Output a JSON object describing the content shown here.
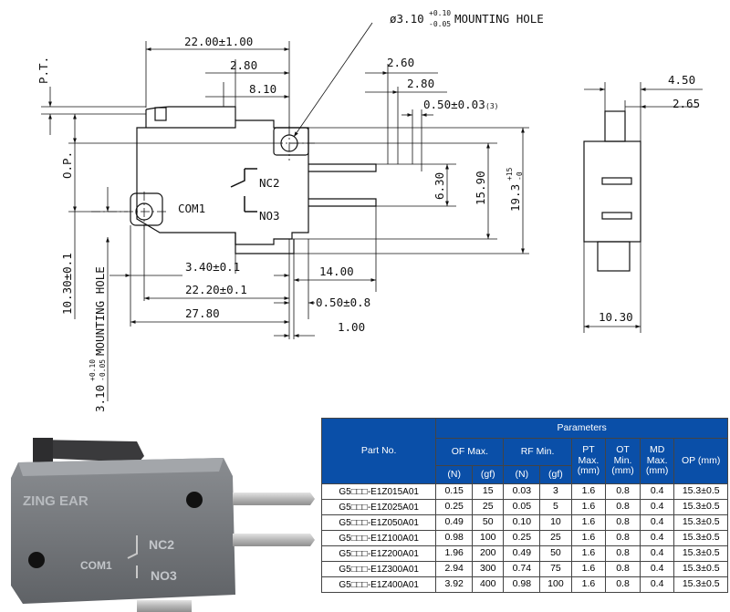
{
  "drawing": {
    "mounting_hole_top": "ø3.10",
    "mounting_hole_top_tol_upper": "+0.10",
    "mounting_hole_top_tol_lower": "-0.05",
    "mounting_hole_top_label": "MOUNTING HOLE",
    "dim_22_00": "22.00±1.00",
    "dim_2_80_top": "2.80",
    "dim_8_10": "8.10",
    "dim_2_60": "2.60",
    "dim_2_80_right": "2.80",
    "dim_0_50_003": "0.50±0.03",
    "dim_0_50_003_note": "(3)",
    "dim_6_30": "6.30",
    "dim_15_90": "15.90",
    "dim_19_3": "19.3",
    "dim_19_3_tol_upper": "+15",
    "dim_19_3_tol_lower": "-0",
    "label_pt": "P.T.",
    "label_op": "O.P.",
    "terminal_nc2": "NC2",
    "terminal_no3": "NO3",
    "terminal_com1": "COM1",
    "dim_3_40": "3.40±0.1",
    "dim_22_20": "22.20±0.1",
    "dim_27_80": "27.80",
    "dim_14_00": "14.00",
    "dim_0_50_08": "0.50±0.8",
    "dim_1_00": "1.00",
    "dim_10_30_left": "10.30±0.1",
    "mounting_hole_left": "3.10",
    "mounting_hole_left_tol_upper": "+0.10",
    "mounting_hole_left_tol_lower": "-0.05",
    "mounting_hole_left_label": "MOUNTING HOLE",
    "dim_4_50": "4.50",
    "dim_2_65": "2.65",
    "dim_10_30_side": "10.30"
  },
  "photo": {
    "brand": "ZING EAR",
    "nc2": "NC2",
    "com1": "COM1",
    "no3": "NO3"
  },
  "table": {
    "parameters_header": "Parameters",
    "part_no_header": "Part No.",
    "of_header": "OF Max.",
    "rf_header": "RF Min.",
    "pt_header": "PT Max. (mm)",
    "ot_header": "OT Min. (mm)",
    "md_header": "MD Max. (mm)",
    "op_header": "OP (mm)",
    "unit_n": "(N)",
    "unit_gf": "(gf)",
    "rows": [
      {
        "part": "G5□□□-E1Z015A01",
        "of_n": "0.15",
        "of_gf": "15",
        "rf_n": "0.03",
        "rf_gf": "3",
        "pt": "1.6",
        "ot": "0.8",
        "md": "0.4",
        "op": "15.3±0.5"
      },
      {
        "part": "G5□□□-E1Z025A01",
        "of_n": "0.25",
        "of_gf": "25",
        "rf_n": "0.05",
        "rf_gf": "5",
        "pt": "1.6",
        "ot": "0.8",
        "md": "0.4",
        "op": "15.3±0.5"
      },
      {
        "part": "G5□□□-E1Z050A01",
        "of_n": "0.49",
        "of_gf": "50",
        "rf_n": "0.10",
        "rf_gf": "10",
        "pt": "1.6",
        "ot": "0.8",
        "md": "0.4",
        "op": "15.3±0.5"
      },
      {
        "part": "G5□□□-E1Z100A01",
        "of_n": "0.98",
        "of_gf": "100",
        "rf_n": "0.25",
        "rf_gf": "25",
        "pt": "1.6",
        "ot": "0.8",
        "md": "0.4",
        "op": "15.3±0.5"
      },
      {
        "part": "G5□□□-E1Z200A01",
        "of_n": "1.96",
        "of_gf": "200",
        "rf_n": "0.49",
        "rf_gf": "50",
        "pt": "1.6",
        "ot": "0.8",
        "md": "0.4",
        "op": "15.3±0.5"
      },
      {
        "part": "G5□□□-E1Z300A01",
        "of_n": "2.94",
        "of_gf": "300",
        "rf_n": "0.74",
        "rf_gf": "75",
        "pt": "1.6",
        "ot": "0.8",
        "md": "0.4",
        "op": "15.3±0.5"
      },
      {
        "part": "G5□□□-E1Z400A01",
        "of_n": "3.92",
        "of_gf": "400",
        "rf_n": "0.98",
        "rf_gf": "100",
        "pt": "1.6",
        "ot": "0.8",
        "md": "0.4",
        "op": "15.3±0.5"
      }
    ]
  }
}
